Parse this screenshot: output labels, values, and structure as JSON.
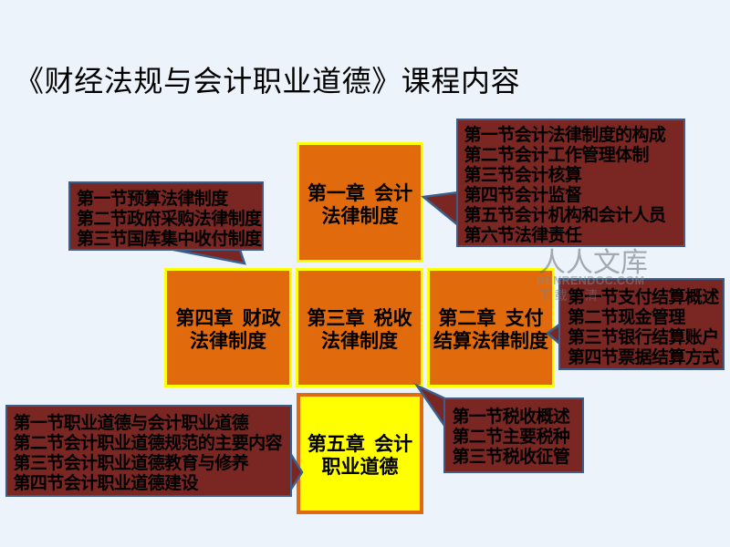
{
  "slide": {
    "title": "《财经法规与会计职业道德》课程内容",
    "background_color": "#EDF3FA"
  },
  "colors": {
    "chapter_fill": "#E16A0D",
    "chapter_border": "#FFFF00",
    "ethics_chapter_fill": "#FFFF00",
    "ethics_chapter_border": "#E16A0D",
    "callout_fill": "#7A2723",
    "callout_border": "#3B5F8C",
    "text": "#000000"
  },
  "chapters": {
    "ch1": {
      "line1": "第一章 会计",
      "line2": "法律制度"
    },
    "ch2": {
      "line1": "第二章 支付",
      "line2": "结算法律制度"
    },
    "ch3": {
      "line1": "第三章 税收",
      "line2": "法律制度"
    },
    "ch4": {
      "line1": "第四章 财政",
      "line2": "法律制度"
    },
    "ch5": {
      "line1": "第五章 会计",
      "line2": "职业道德"
    }
  },
  "callouts": {
    "ch1_sections": {
      "lines": [
        "第一节会计法律制度的构成",
        "第二节会计工作管理体制",
        "第三节会计核算",
        "第四节会计监督",
        "第五节会计机构和会计人员",
        "第六节法律责任"
      ]
    },
    "ch2_sections": {
      "lines": [
        "第一节支付结算概述",
        "第二节现金管理",
        "第三节银行结算账户",
        "第四节票据结算方式"
      ]
    },
    "ch3_sections": {
      "lines": [
        "第一节税收概述",
        "第二节主要税种",
        "第三节税收征管"
      ]
    },
    "ch4_sections": {
      "lines": [
        "第一节预算法律制度",
        "第二节政府采购法律制度",
        "第三节国库集中收付制度"
      ]
    },
    "ch5_sections": {
      "lines": [
        "第一节职业道德与会计职业道德",
        "第二节会计职业道德规范的主要内容",
        "第三节会计职业道德教育与修养",
        "第四节会计职业道德建设"
      ]
    }
  },
  "watermark": {
    "brand": "人人文库",
    "domain": "RENRENDOC.COM",
    "note": "下 载",
    "note2": "清"
  }
}
